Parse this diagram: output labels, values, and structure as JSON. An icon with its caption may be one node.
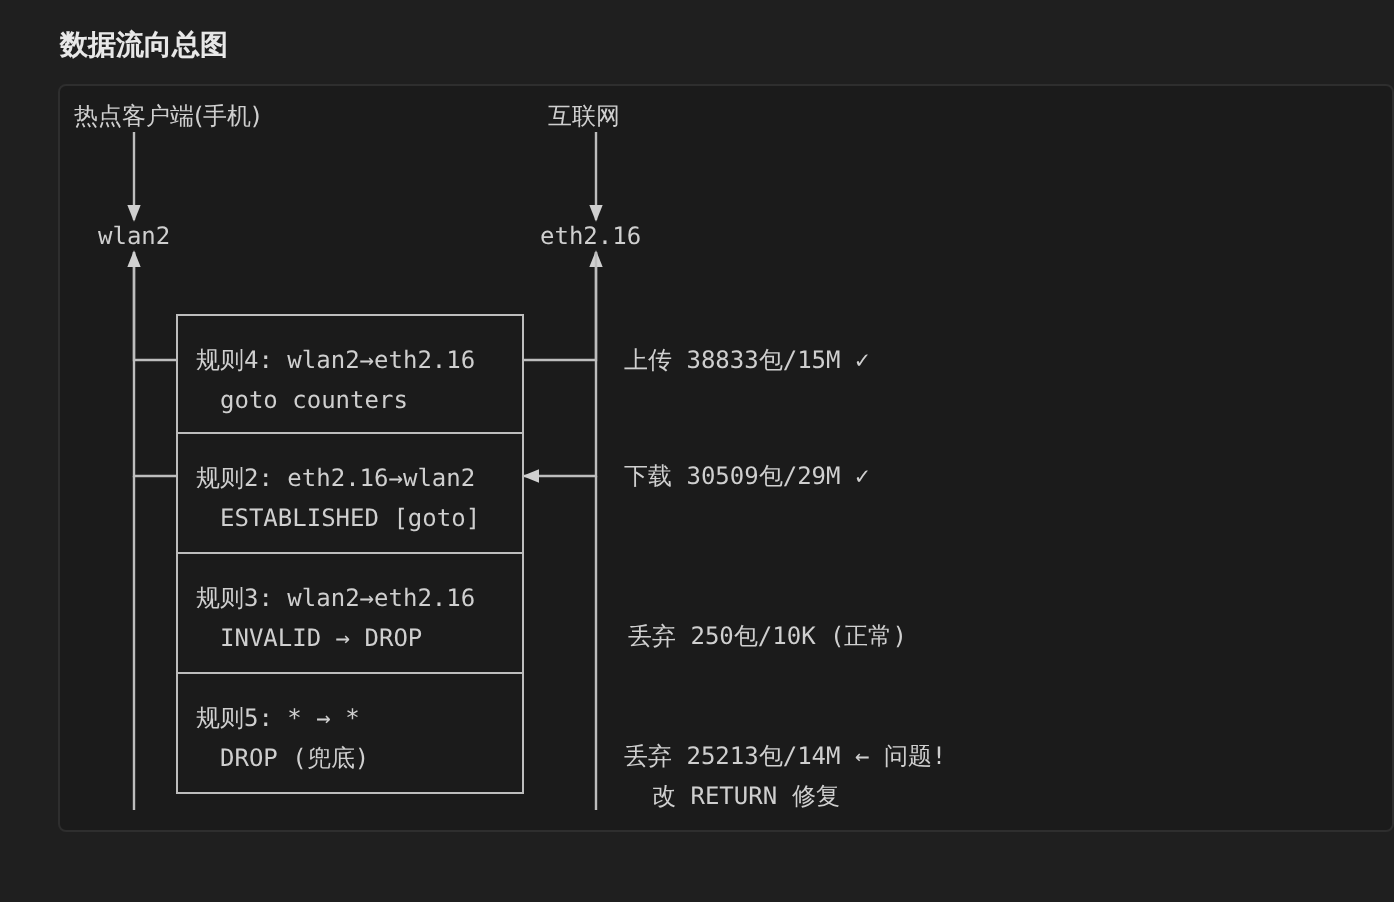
{
  "diagram": {
    "title": "数据流向总图",
    "nodes": [
      {
        "text": [
          "热点客户端(手机)"
        ]
      },
      {
        "text": [
          "互联网"
        ]
      },
      {
        "text": [
          "wlan2"
        ]
      },
      {
        "text": [
          "eth2.16"
        ]
      },
      {
        "text": [
          "规则4: wlan2→eth2.16",
          "goto counters"
        ]
      },
      {
        "text": [
          "规则2: eth2.16→wlan2",
          "ESTABLISHED [goto]"
        ]
      },
      {
        "text": [
          "规则3: wlan2→eth2.16",
          "INVALID → DROP"
        ]
      },
      {
        "text": [
          "规则5: * → *",
          "DROP (兜底)"
        ]
      }
    ],
    "labels": [
      "上传 38833包/15M ✓",
      "下载 30509包/29M ✓",
      "丢弃 250包/10K (正常)",
      "丢弃 25213包/14M ← 问题!",
      "改 RETURN 修复"
    ],
    "edges": [
      {
        "from": 0,
        "to": 2,
        "arrow": "to"
      },
      {
        "from": 1,
        "to": 3,
        "arrow": "to"
      },
      {
        "from": 2,
        "to": 4,
        "arrow": "none"
      },
      {
        "from": 4,
        "to": 3,
        "arrow": "to"
      },
      {
        "from": 5,
        "to": 2,
        "arrow": "to"
      },
      {
        "from": 3,
        "to": 5,
        "arrow": "to"
      }
    ]
  }
}
